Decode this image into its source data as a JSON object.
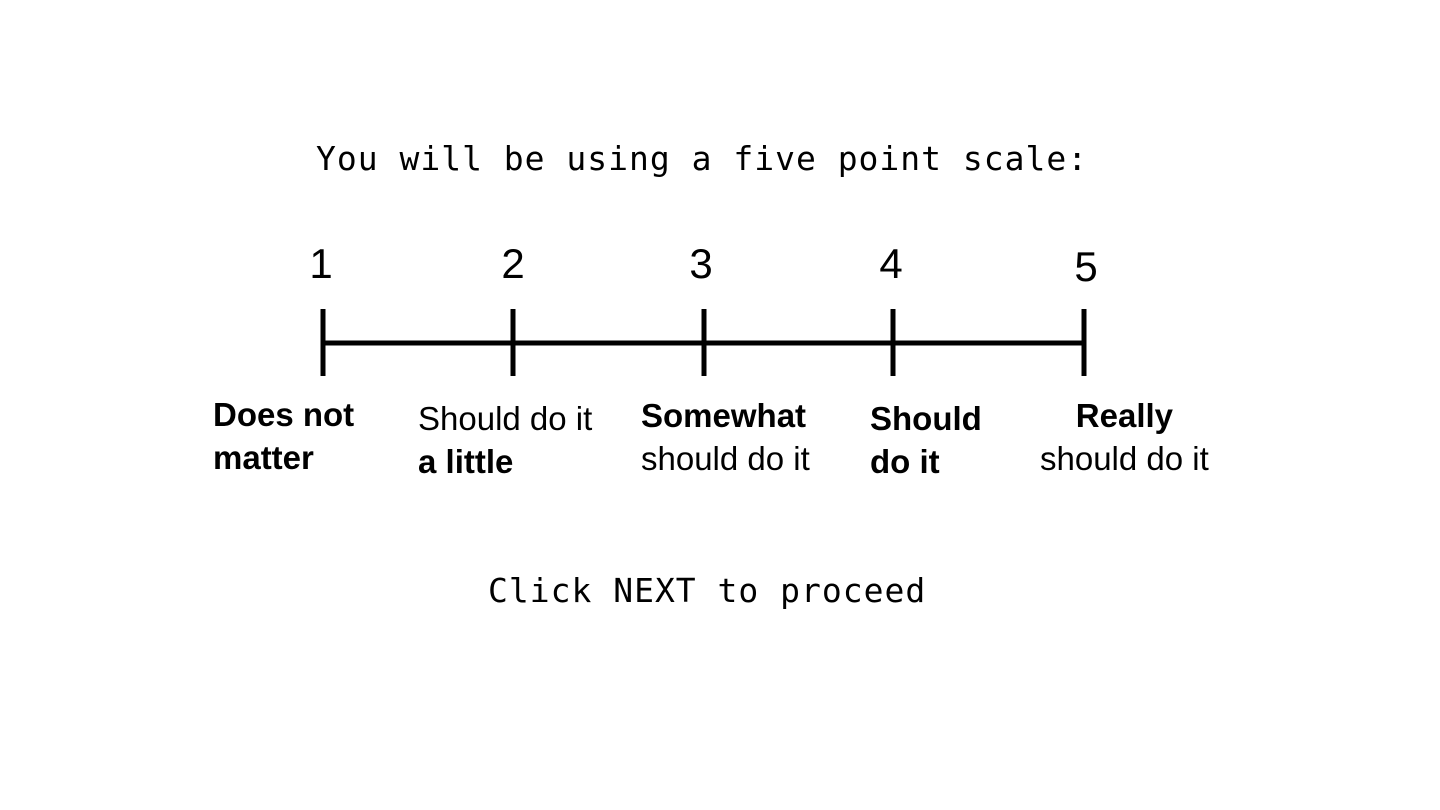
{
  "heading": "You will be using a five point scale:",
  "scale": {
    "points": [
      {
        "number": "1",
        "line1": "Does not",
        "line2": "matter",
        "line1_bold": true,
        "line2_bold": true
      },
      {
        "number": "2",
        "line1": "Should do it",
        "line2": "a little",
        "line1_bold": false,
        "line2_bold": true
      },
      {
        "number": "3",
        "line1": "Somewhat",
        "line2": "should do it",
        "line1_bold": true,
        "line2_bold": false
      },
      {
        "number": "4",
        "line1": "Should",
        "line2": "do it",
        "line1_bold": true,
        "line2_bold": true
      },
      {
        "number": "5",
        "line1": "Really",
        "line2": "should do it",
        "line1_bold": true,
        "line2_bold": false
      }
    ]
  },
  "footer": "Click NEXT to proceed",
  "colors": {
    "background": "#ffffff",
    "foreground": "#000000"
  }
}
